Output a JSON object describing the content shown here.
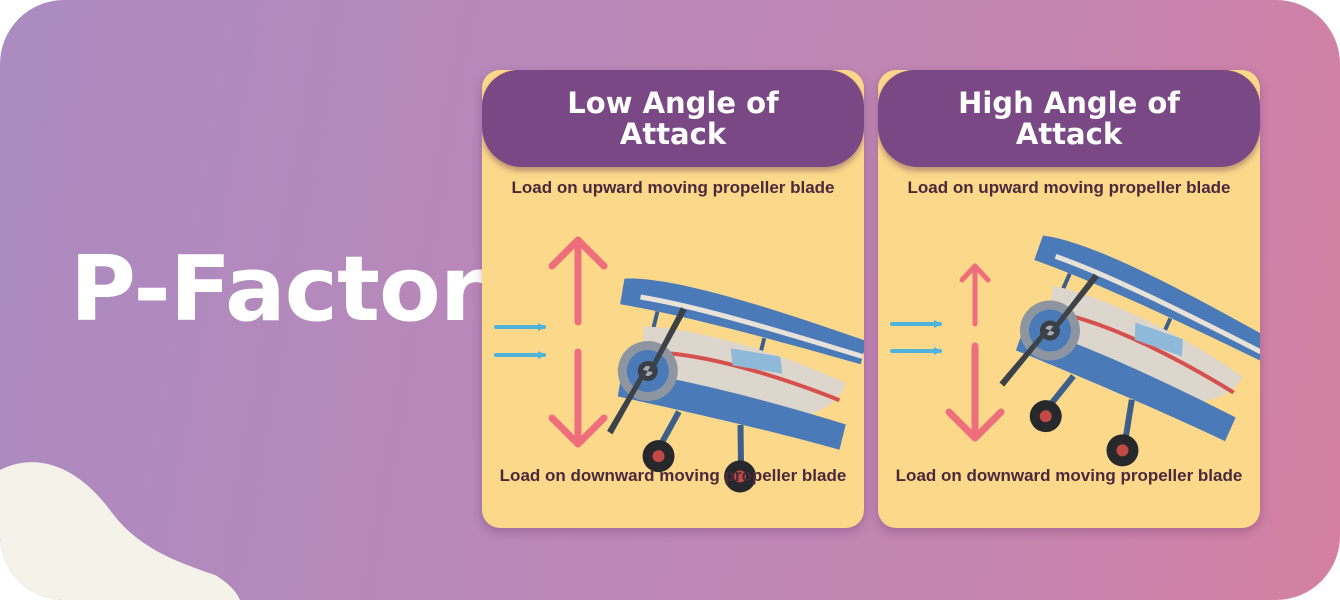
{
  "title": "P-Factor",
  "panels": [
    {
      "heading": "Low Angle of Attack",
      "top_caption": "Load on upward moving propeller blade",
      "bottom_caption": "Load on downward moving propeller blade",
      "upward_load": "small",
      "downward_load": "small"
    },
    {
      "heading": "High Angle of Attack",
      "top_caption": "Load on upward moving propeller blade",
      "bottom_caption": "Load on downward moving propeller blade",
      "upward_load": "small",
      "downward_load": "large"
    }
  ],
  "icons": {
    "airflow": "airflow-arrow-icon",
    "load_up": "load-up-arrow-icon",
    "load_down": "load-down-arrow-icon",
    "aircraft": "biplane-icon"
  },
  "colors": {
    "background_start": "#ab8bc1",
    "background_end": "#d47fa1",
    "card": "#fcd88b",
    "header": "#7a4884",
    "load_arrow": "#ee6e7c",
    "airflow_arrow": "#4fb3dc",
    "plane_body": "#4a7ab8",
    "text_dark": "#4a2a3a"
  }
}
